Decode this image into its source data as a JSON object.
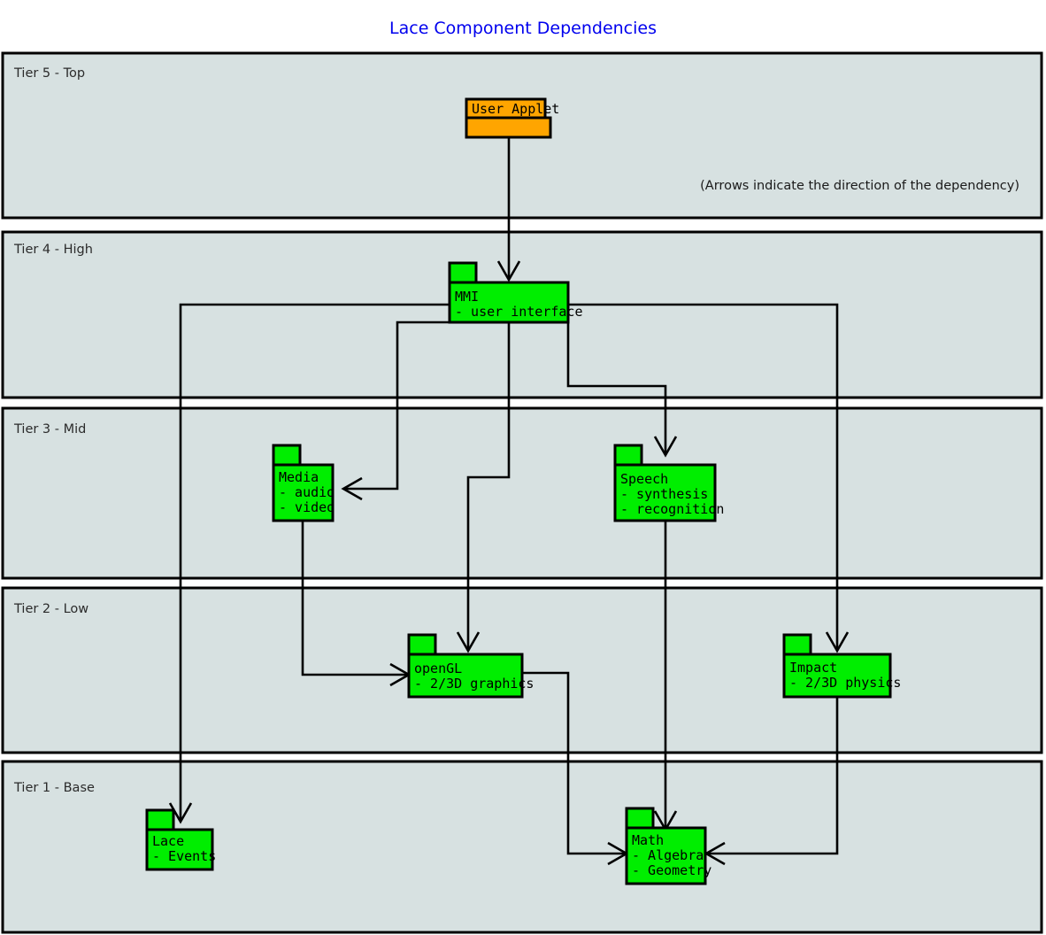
{
  "title": "Lace Component Dependencies",
  "note": "(Arrows indicate the direction of the dependency)",
  "colors": {
    "title": "#0000ee",
    "tier_fill": "#d7e1e1",
    "tier_stroke": "#000000",
    "package_green": "#00ee00",
    "package_orange": "#ffa500",
    "connector": "#000000",
    "text": "#000000"
  },
  "tiers": [
    {
      "id": "tier5",
      "label": "Tier 5 - Top"
    },
    {
      "id": "tier4",
      "label": "Tier 4 - High"
    },
    {
      "id": "tier3",
      "label": "Tier 3 - Mid"
    },
    {
      "id": "tier2",
      "label": "Tier 2 - Low"
    },
    {
      "id": "tier1",
      "label": "Tier 1 - Base"
    }
  ],
  "packages": [
    {
      "id": "user-applet",
      "tier": "tier5",
      "color": "#ffa500",
      "name": "User Applet",
      "items": [],
      "lines": [
        "User Applet"
      ]
    },
    {
      "id": "mmi",
      "tier": "tier4",
      "color": "#00ee00",
      "name": "MMI",
      "items": [
        "- user interface"
      ],
      "lines": [
        "MMI",
        "- user interface"
      ]
    },
    {
      "id": "media",
      "tier": "tier3",
      "color": "#00ee00",
      "name": "Media",
      "items": [
        "- audio",
        "- video"
      ],
      "lines": [
        "Media",
        "- audio",
        "- video"
      ]
    },
    {
      "id": "speech",
      "tier": "tier3",
      "color": "#00ee00",
      "name": "Speech",
      "items": [
        "- synthesis",
        "- recognition"
      ],
      "lines": [
        "Speech",
        "- synthesis",
        "- recognition"
      ]
    },
    {
      "id": "opengl",
      "tier": "tier2",
      "color": "#00ee00",
      "name": "openGL",
      "items": [
        "- 2/3D graphics"
      ],
      "lines": [
        "openGL",
        "- 2/3D graphics"
      ]
    },
    {
      "id": "impact",
      "tier": "tier2",
      "color": "#00ee00",
      "name": "Impact",
      "items": [
        "- 2/3D physics"
      ],
      "lines": [
        "Impact",
        "- 2/3D physics"
      ]
    },
    {
      "id": "lace",
      "tier": "tier1",
      "color": "#00ee00",
      "name": "Lace",
      "items": [
        "- Events"
      ],
      "lines": [
        "Lace",
        "- Events"
      ]
    },
    {
      "id": "math",
      "tier": "tier1",
      "color": "#00ee00",
      "name": "Math",
      "items": [
        "- Algebra",
        "- Geometry"
      ],
      "lines": [
        "Math",
        "- Algebra",
        "- Geometry"
      ]
    }
  ],
  "dependencies": [
    {
      "id": "user-applet-to-mmi",
      "from": "user-applet",
      "to": "mmi"
    },
    {
      "id": "mmi-to-lace",
      "from": "mmi",
      "to": "lace"
    },
    {
      "id": "mmi-to-media",
      "from": "mmi",
      "to": "media"
    },
    {
      "id": "mmi-to-opengl",
      "from": "mmi",
      "to": "opengl"
    },
    {
      "id": "mmi-to-speech",
      "from": "mmi",
      "to": "speech"
    },
    {
      "id": "mmi-to-impact",
      "from": "mmi",
      "to": "impact"
    },
    {
      "id": "media-to-opengl",
      "from": "media",
      "to": "opengl"
    },
    {
      "id": "speech-to-math",
      "from": "speech",
      "to": "math"
    },
    {
      "id": "opengl-to-math",
      "from": "opengl",
      "to": "math"
    },
    {
      "id": "impact-to-math",
      "from": "impact",
      "to": "math"
    }
  ]
}
